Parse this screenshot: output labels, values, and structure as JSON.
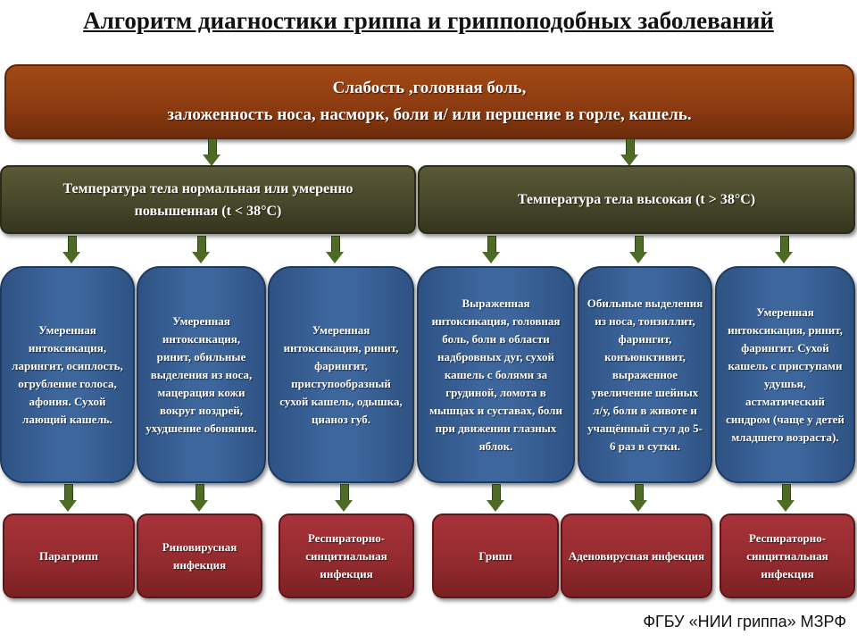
{
  "title": "Алгоритм диагностики гриппа и гриппоподобных заболеваний",
  "symptoms": {
    "line1": "Слабость ,головная боль,",
    "line2": "заложенность носа, насморк, боли и/ или першение в горле, кашель."
  },
  "temperature": [
    "Температура тела нормальная или  умеренно повышенная (t < 38°C)",
    "Температура тела высокая (t > 38°C)"
  ],
  "descriptions": [
    "Умеренная интоксикация, ларингит, осиплость, огрубление голоса, афония. Сухой лающий кашель.",
    "Умеренная интоксикация, ринит, обильные выделения из носа, мацерация кожи вокруг ноздрей, ухудшение обоняния.",
    "Умеренная интоксикация, ринит, фарингит, приступообразный сухой кашель, одышка, цианоз губ.",
    "Выраженная интоксикация, головная боль, боли в области надбровных дуг, сухой кашель с болями за грудиной, ломота в мышцах и суставах, боли при движении глазных яблок.",
    "Обильные выделения из носа, тонзиллит, фарингит, конъюнктивит, выраженное увеличение шейных л/у, боли в животе и учащённый стул до 5-6 раз в сутки.",
    "Умеренная интоксикация, ринит, фарингит. Сухой кашель с приступами удушья, астматический синдром (чаще у детей младшего возраста)."
  ],
  "diagnoses": [
    "Парагрипп",
    "Риновирусная инфекция",
    "Респираторно-синцитиальная инфекция",
    "Грипп",
    "Аденовирусная инфекция",
    "Респираторно-синцитиальная инфекция"
  ],
  "footer": "ФГБУ «НИИ гриппа» МЗРФ"
}
